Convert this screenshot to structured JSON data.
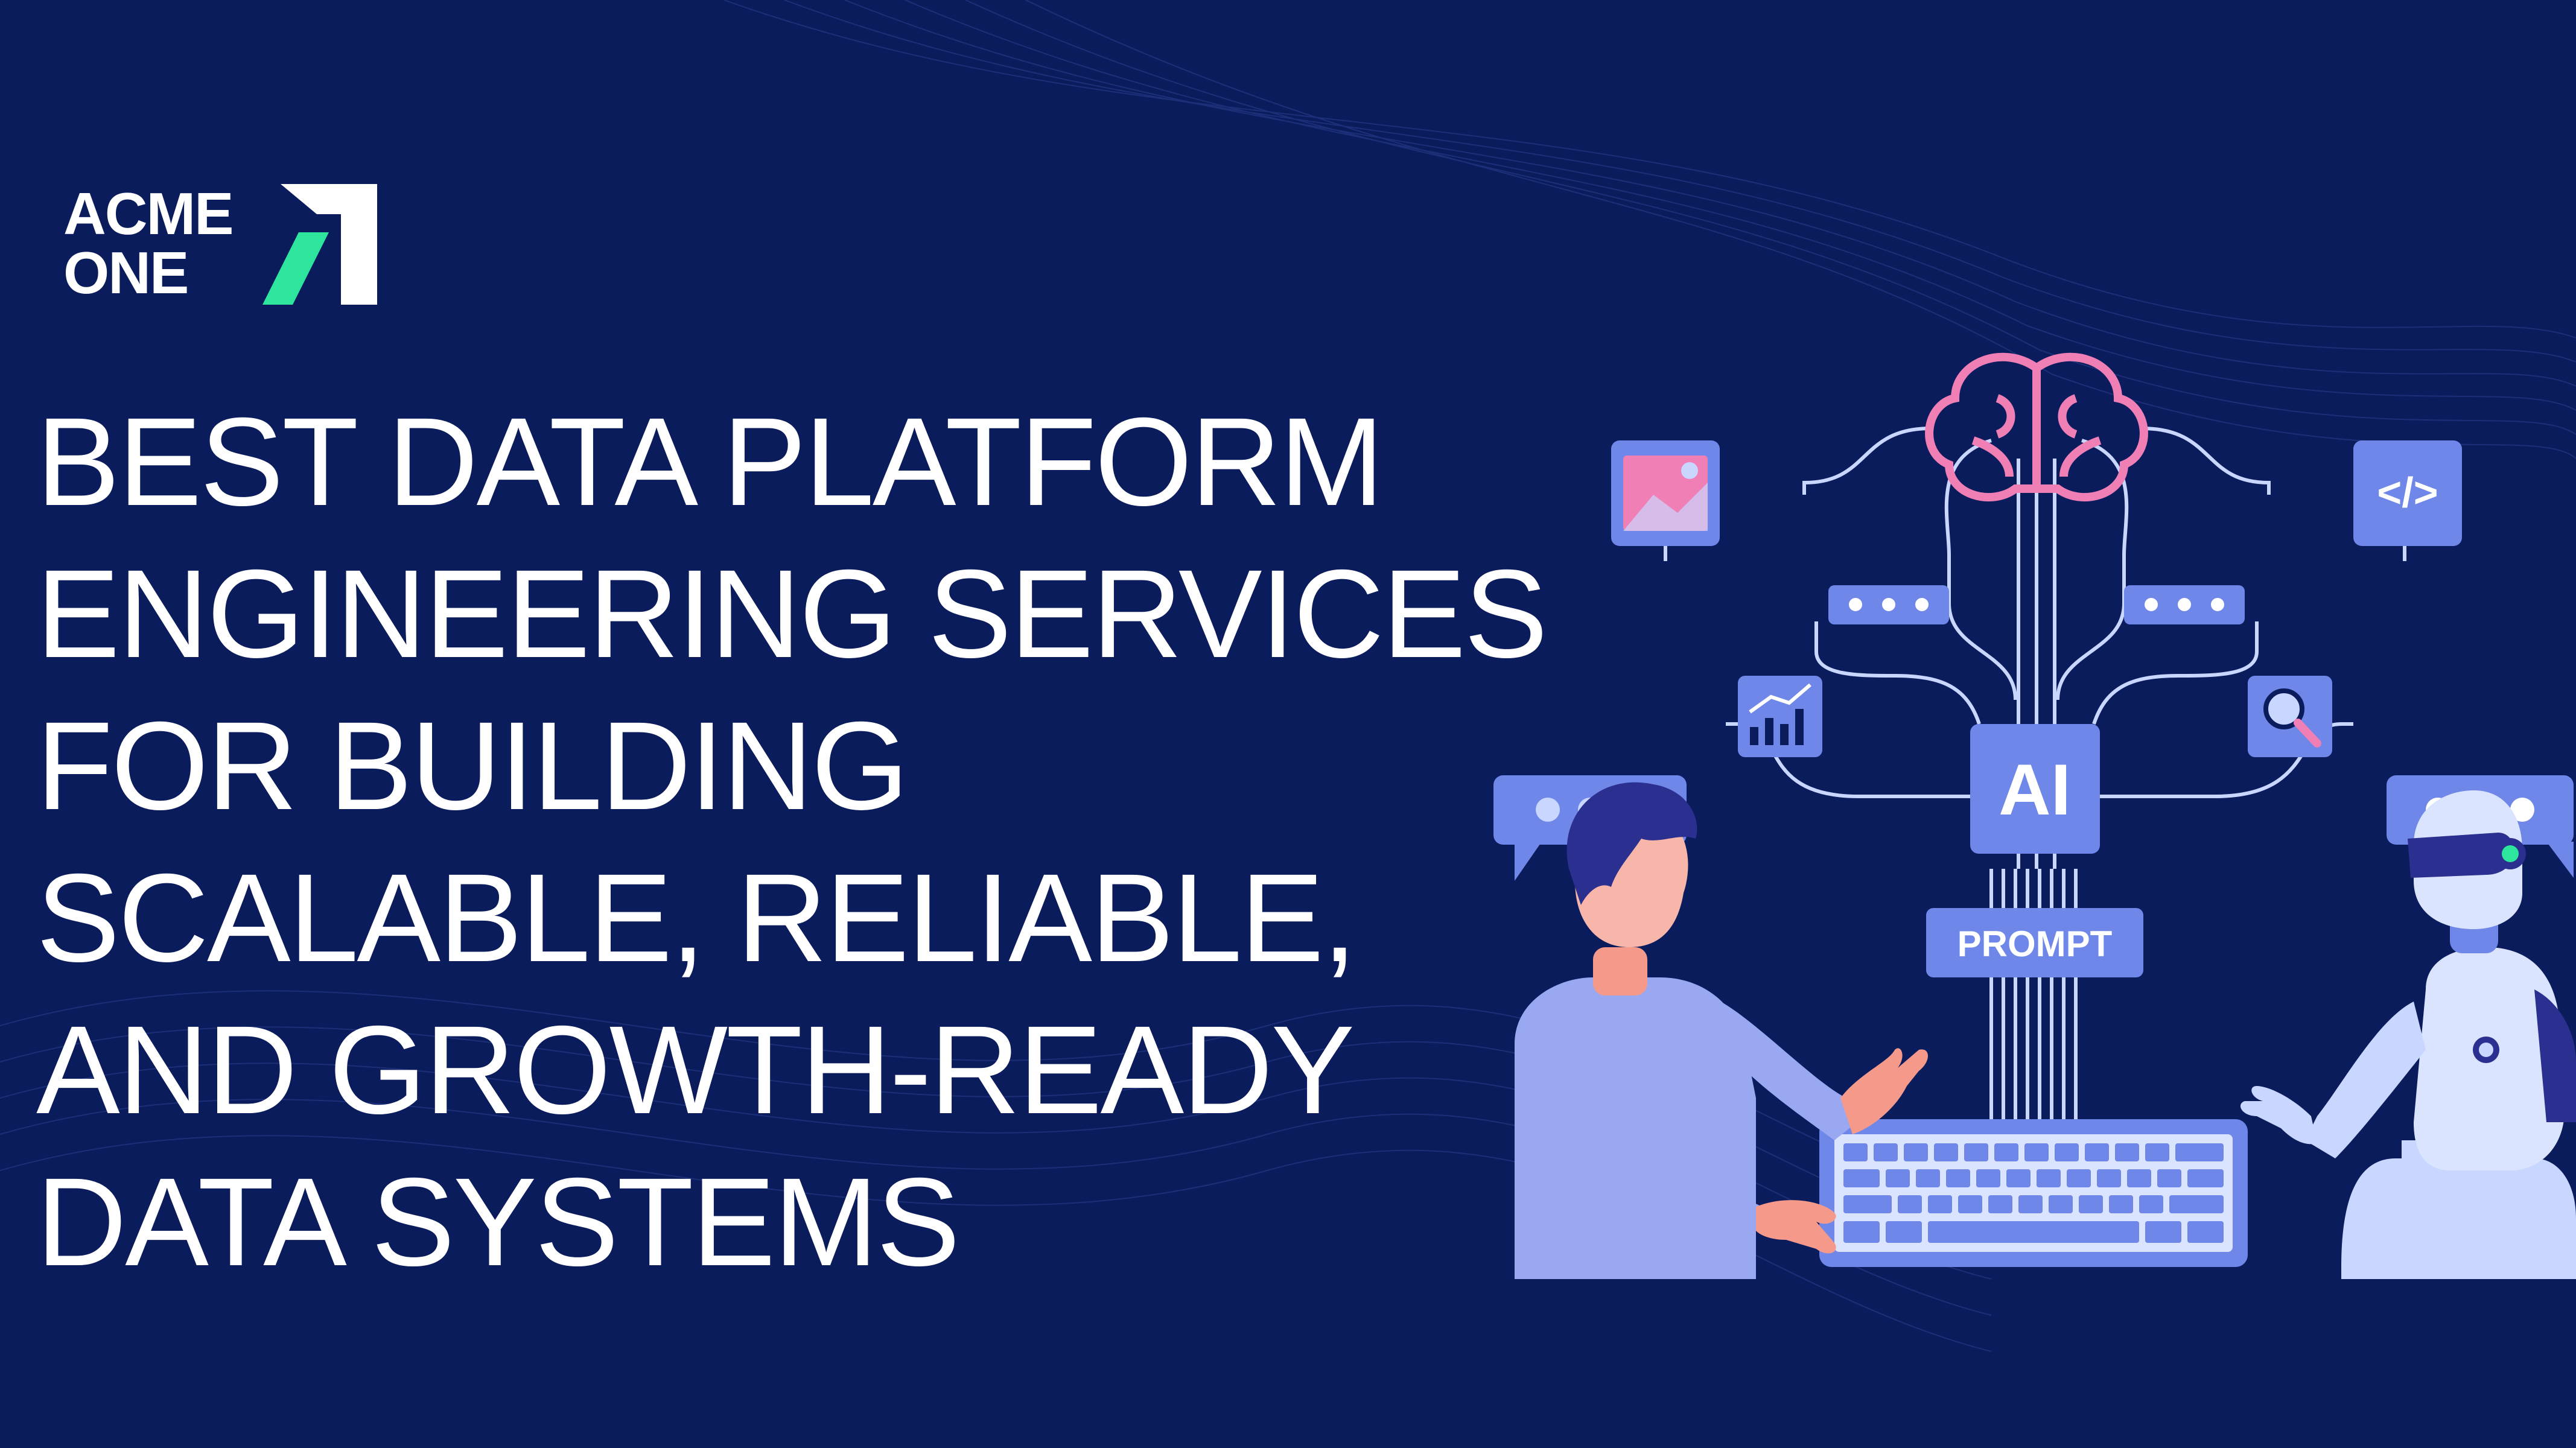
{
  "logo": {
    "line1": "ACME",
    "line2": "ONE"
  },
  "headline": {
    "lines": [
      "BEST DATA PLATFORM",
      "ENGINEERING SERVICES",
      "FOR BUILDING",
      "SCALABLE, RELIABLE,",
      "AND GROWTH-READY",
      "DATA SYSTEMS"
    ]
  },
  "illustration": {
    "ai_label": "AI",
    "prompt_label": "PROMPT",
    "code_label": "</>"
  },
  "colors": {
    "background": "#0b1c5c",
    "accent_green": "#2ee59d",
    "periwinkle": "#6f87e8",
    "pink": "#f07fb6",
    "light_blue": "#c9d6ff"
  }
}
